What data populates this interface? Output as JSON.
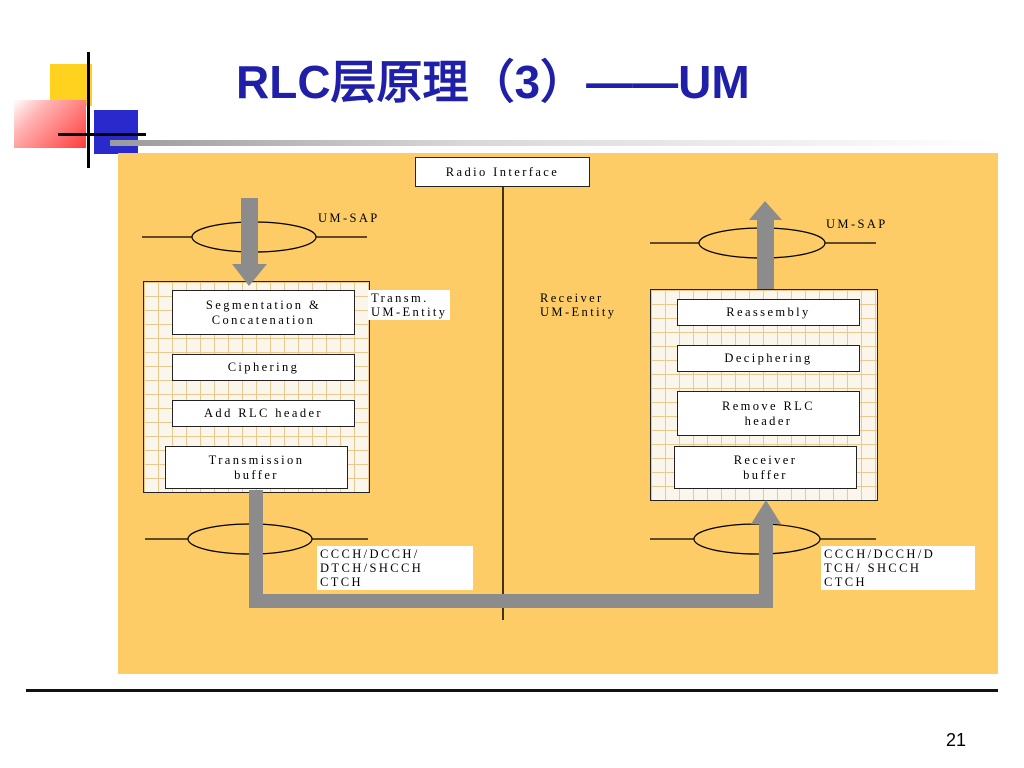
{
  "slide": {
    "title": "RLC层原理（3）——UM",
    "page_number": "21"
  },
  "diagram": {
    "radio_interface": "Radio Interface",
    "left": {
      "sap_label": "UM-SAP",
      "entity_label": "Transm.\nUM-Entity",
      "steps": [
        "Segmentation &\nConcatenation",
        "Ciphering",
        "Add RLC header",
        "Transmission\nbuffer"
      ],
      "channels": "CCCH/DCCH/\nDTCH/SHCCH\nCTCH"
    },
    "right": {
      "sap_label": "UM-SAP",
      "entity_label": "Receiver\nUM-Entity",
      "steps": [
        "Reassembly",
        "Deciphering",
        "Remove RLC\nheader",
        "Receiver\nbuffer"
      ],
      "channels": "CCCH/DCCH/D\nTCH/ SHCCH\nCTCH"
    },
    "colors": {
      "panel": "#fecc66",
      "title": "#1f1fa8",
      "arrow": "#8c8c8c"
    }
  }
}
